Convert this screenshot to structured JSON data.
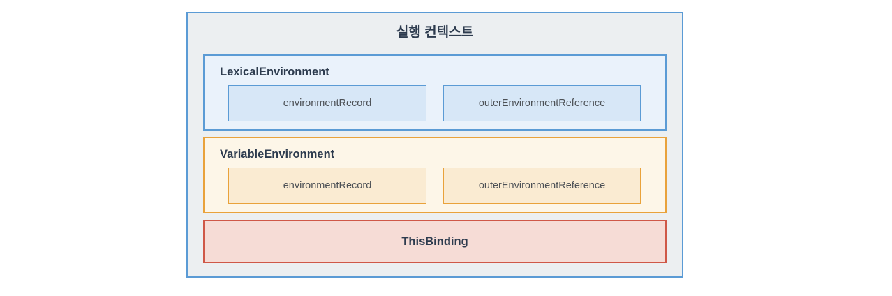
{
  "diagram": {
    "title": "실행 컨텍스트",
    "container": {
      "border_color": "#5b9bd5",
      "background_color": "#eceff1",
      "title_color": "#2d3b4e"
    },
    "sections": [
      {
        "label": "LexicalEnvironment",
        "accent_color": "#5b9bd5",
        "background_color": "#eaf2fb",
        "box_background_color": "#d7e7f7",
        "boxes": [
          "environmentRecord",
          "outerEnvironmentReference"
        ]
      },
      {
        "label": "VariableEnvironment",
        "accent_color": "#e9a23b",
        "background_color": "#fdf6e8",
        "box_background_color": "#faebd2",
        "boxes": [
          "environmentRecord",
          "outerEnvironmentReference"
        ]
      },
      {
        "label": "ThisBinding",
        "accent_color": "#cf5848",
        "background_color": "#f6dcd6",
        "boxes": []
      }
    ],
    "text_color": "#4d5156"
  }
}
